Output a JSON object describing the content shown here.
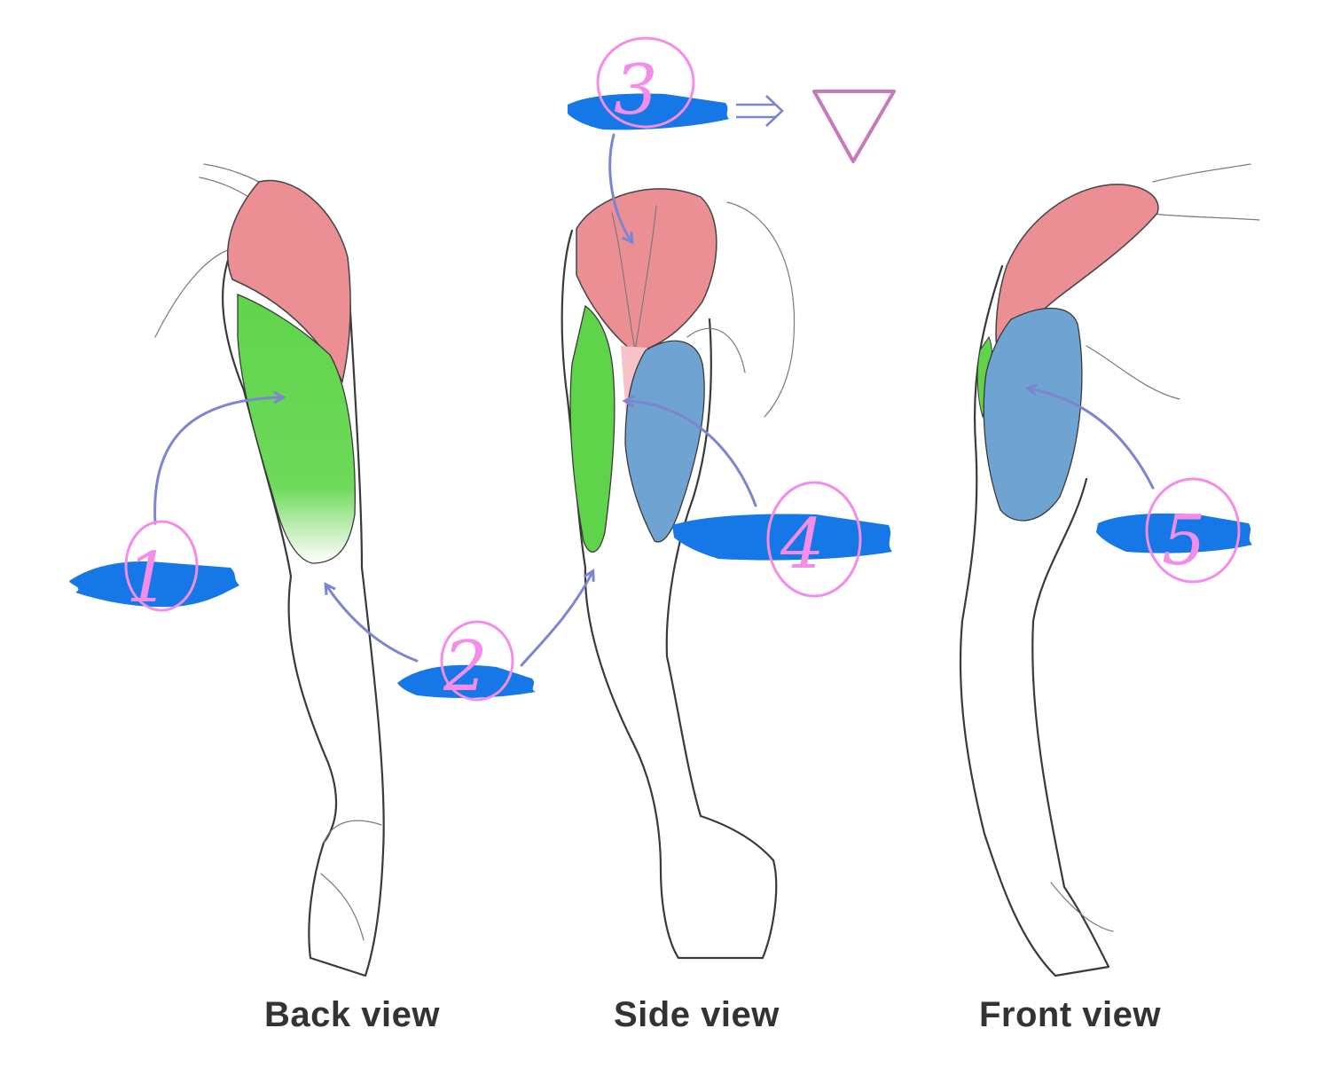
{
  "colors": {
    "deltoid": "#ec8f95",
    "triceps_long": "#5fd44a",
    "biceps": "#6ea3d2",
    "marker_blue": "#1677e6",
    "marker_pink": "#f48ce9",
    "arrow": "#7c85cf",
    "triangle": "#c779bb"
  },
  "views": [
    {
      "id": "back",
      "caption": "Back view"
    },
    {
      "id": "side",
      "caption": "Side view"
    },
    {
      "id": "front",
      "caption": "Front view"
    }
  ],
  "markers": [
    {
      "id": "m1",
      "label": "1"
    },
    {
      "id": "m2",
      "label": "2"
    },
    {
      "id": "m3",
      "label": "3"
    },
    {
      "id": "m4",
      "label": "4"
    },
    {
      "id": "m5",
      "label": "5"
    }
  ],
  "icons": {
    "double_arrow": "double-arrow-right-icon",
    "triangle": "triangle-down-icon"
  }
}
